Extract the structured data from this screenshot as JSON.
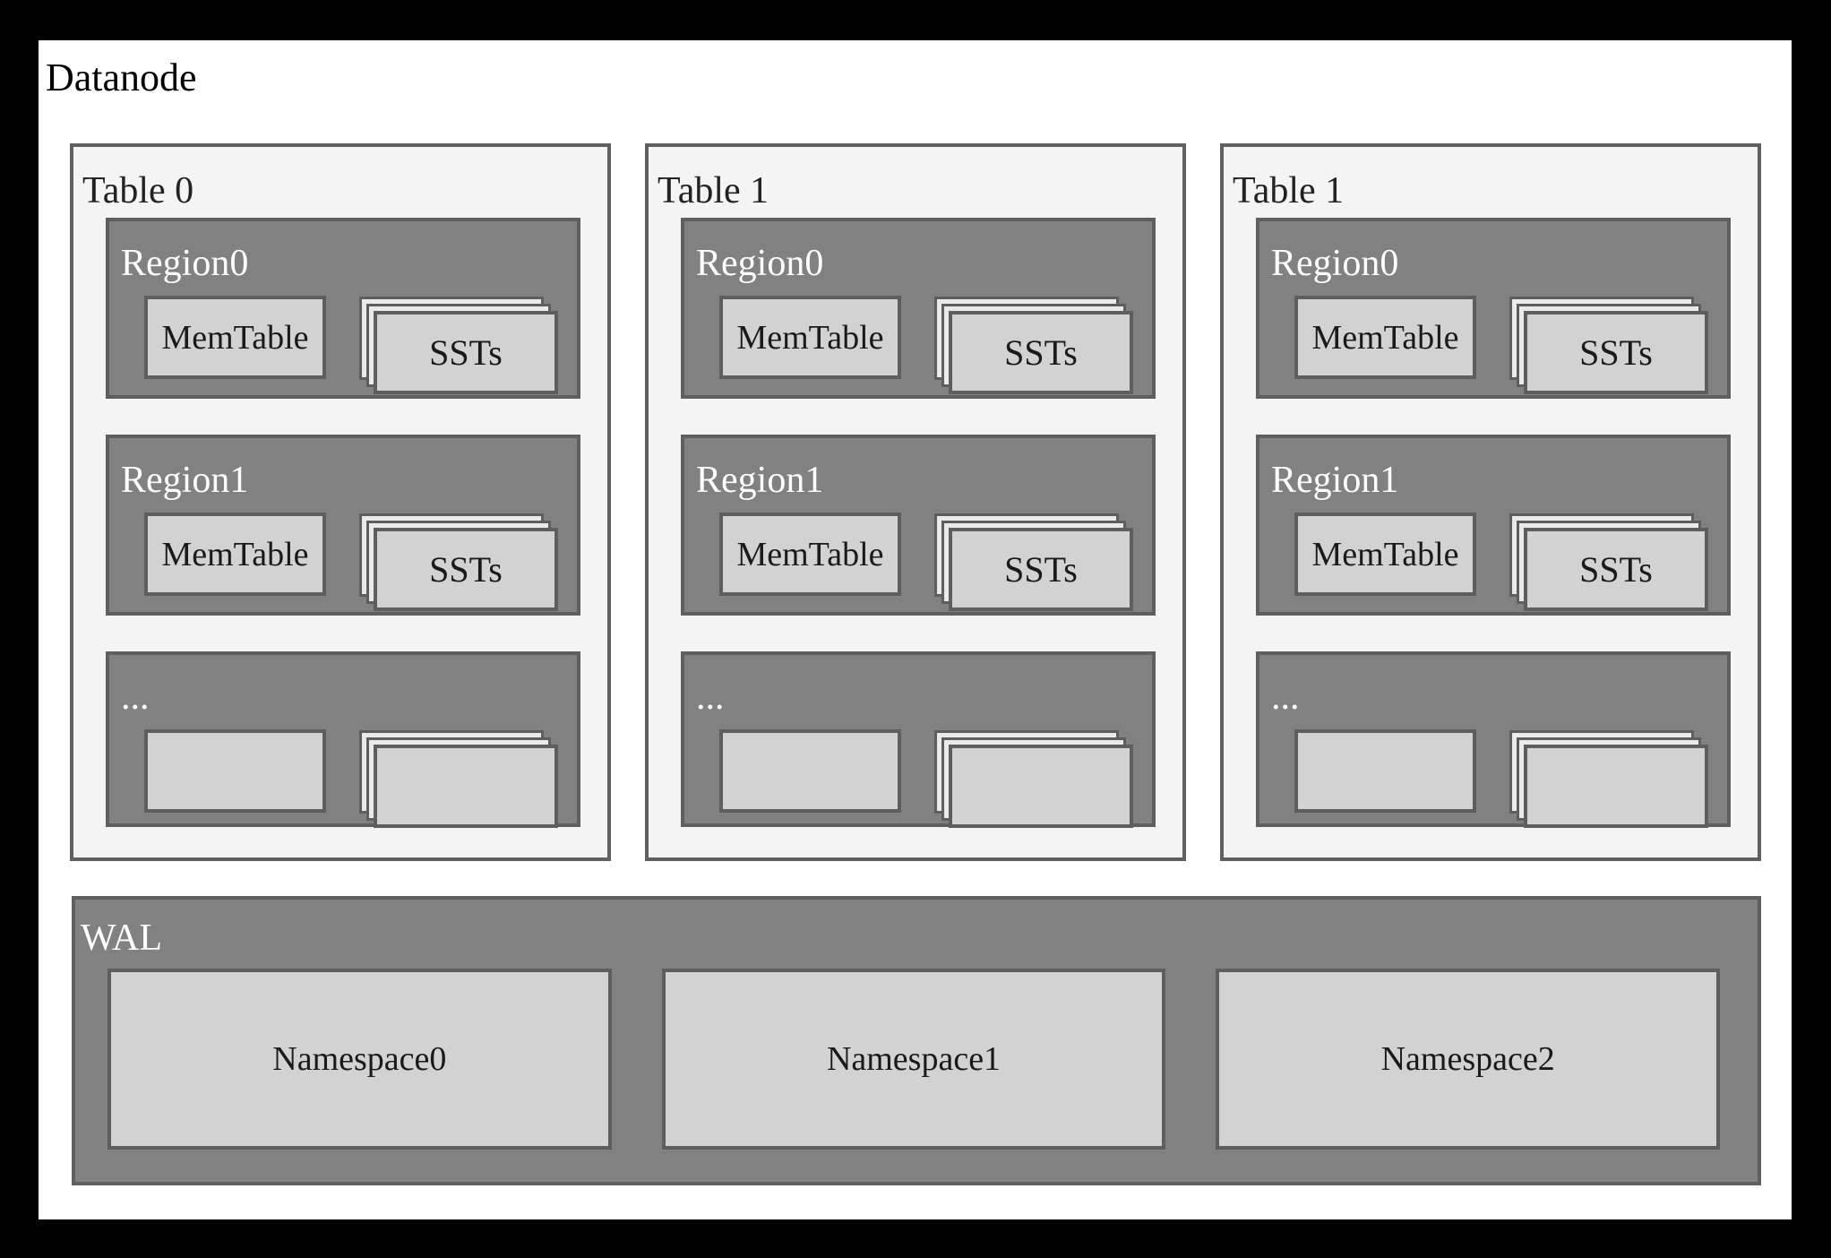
{
  "diagram_title": "Datanode",
  "colors": {
    "frame": "#000000",
    "canvas": "#ffffff",
    "table_bg": "#f4f4f4",
    "table_border": "#606060",
    "region_bg": "#818181",
    "region_border": "#5f5f5f",
    "light_box_bg": "#d2d2d2",
    "light_box_border": "#5e5e5e",
    "stack_back_bg": "#eaeaea",
    "text_dark": "#1a1a1a",
    "text_light": "#ffffff"
  },
  "tables": [
    {
      "title": "Table 0",
      "regions": [
        {
          "label": "Region0",
          "memtable_label": "MemTable",
          "ssts_label": "SSTs"
        },
        {
          "label": "Region1",
          "memtable_label": "MemTable",
          "ssts_label": "SSTs"
        },
        {
          "label": "...",
          "memtable_label": "",
          "ssts_label": ""
        }
      ]
    },
    {
      "title": "Table 1",
      "regions": [
        {
          "label": "Region0",
          "memtable_label": "MemTable",
          "ssts_label": "SSTs"
        },
        {
          "label": "Region1",
          "memtable_label": "MemTable",
          "ssts_label": "SSTs"
        },
        {
          "label": "...",
          "memtable_label": "",
          "ssts_label": ""
        }
      ]
    },
    {
      "title": "Table 1",
      "regions": [
        {
          "label": "Region0",
          "memtable_label": "MemTable",
          "ssts_label": "SSTs"
        },
        {
          "label": "Region1",
          "memtable_label": "MemTable",
          "ssts_label": "SSTs"
        },
        {
          "label": "...",
          "memtable_label": "",
          "ssts_label": ""
        }
      ]
    }
  ],
  "wal": {
    "label": "WAL",
    "namespaces": [
      {
        "label": "Namespace0"
      },
      {
        "label": "Namespace1"
      },
      {
        "label": "Namespace2"
      }
    ]
  }
}
